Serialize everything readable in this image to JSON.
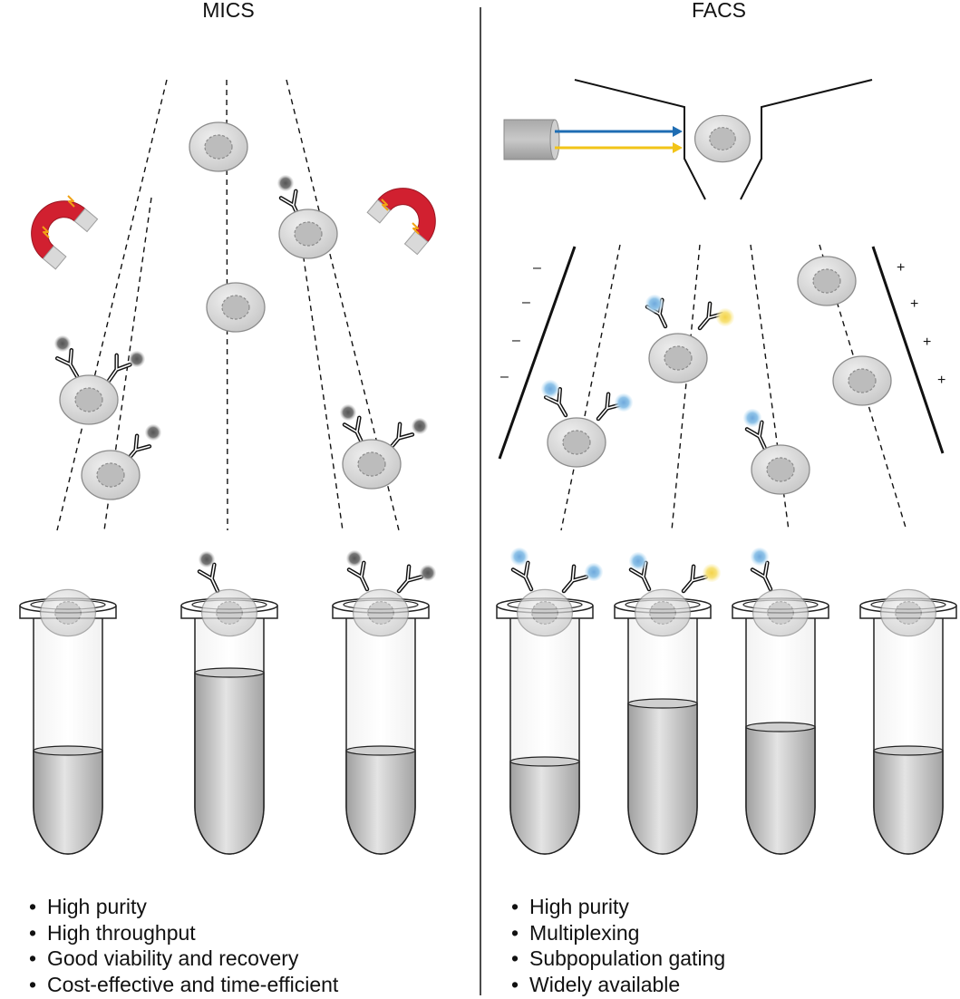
{
  "panels": {
    "mics": {
      "title": "MICS",
      "benefits": [
        "High purity",
        "High throughput",
        "Good viability and recovery",
        "Cost-effective and time-efficient"
      ]
    },
    "facs": {
      "title": "FACS",
      "benefits": [
        "High purity",
        "Multiplexing",
        "Subpopulation gating",
        "Widely available"
      ]
    }
  },
  "charge_symbols": {
    "negative": "–",
    "positive": "+"
  },
  "colors": {
    "magnet_red": "#d12030",
    "laser_blue": "#1f6db3",
    "laser_yellow": "#f2c418",
    "fluor_blue": "#8fc3e8",
    "fluor_yellow": "#f7e27a",
    "bead_gray": "#666666",
    "cell_gray": "#d6d6d6",
    "liquid_gray": "#bdbdbd"
  }
}
